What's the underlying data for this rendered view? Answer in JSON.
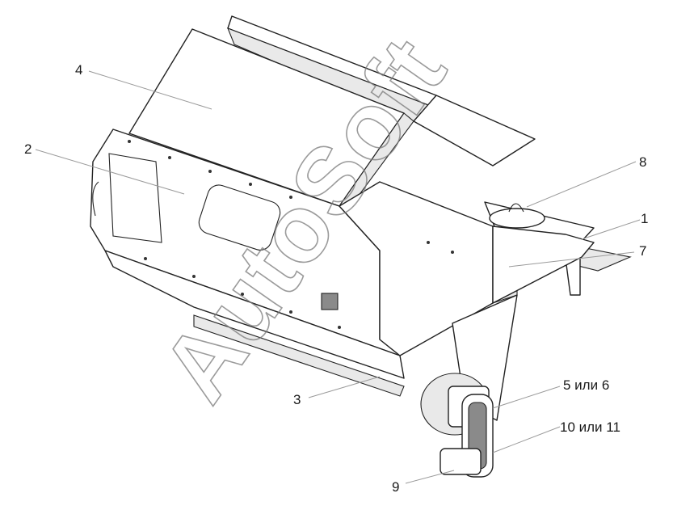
{
  "callouts": [
    {
      "id": "c1",
      "text": "1"
    },
    {
      "id": "c2",
      "text": "2"
    },
    {
      "id": "c3",
      "text": "3"
    },
    {
      "id": "c4",
      "text": "4"
    },
    {
      "id": "c5",
      "text": "5 или 6"
    },
    {
      "id": "c7",
      "text": "7"
    },
    {
      "id": "c8",
      "text": "8"
    },
    {
      "id": "c9",
      "text": "9"
    },
    {
      "id": "c10",
      "text": "10 или 11"
    }
  ],
  "watermark": {
    "text": "AutoSoft"
  },
  "colors": {
    "line": "#222222",
    "leader": "#9a9a9a",
    "watermark": "#7a7a7a"
  }
}
